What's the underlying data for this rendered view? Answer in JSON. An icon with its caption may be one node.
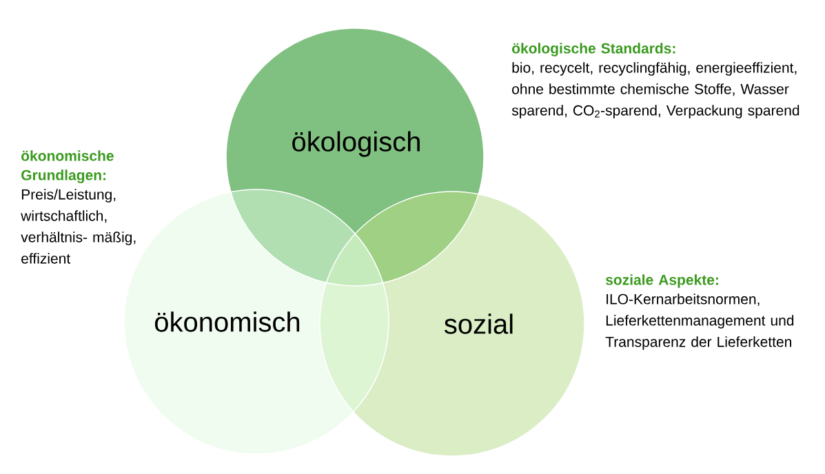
{
  "diagram": {
    "nodes": [
      {
        "text": [
          "ökologisch"
        ],
        "beside": [
          "ökologische Standards:",
          "bio, recycelt, recyclingfähig, energieeffizient, ohne bestimmte chemische Stoffe, Wasser sparend, CO$_{2}$-sparend, Verpackung sparend"
        ]
      },
      {
        "text": [
          "ökonomisch"
        ],
        "beside": [
          "ökonomische Grundlagen:",
          "Preis/Leistung, wirtschaftlich, verhältnis- mäßig, effizient"
        ]
      },
      {
        "text": [
          "sozial"
        ],
        "beside": [
          "soziale Aspekte:",
          "ILO-Kernarbeitsnormen, Lieferkettenmanagement und Transparenz der Lieferketten"
        ]
      }
    ]
  }
}
